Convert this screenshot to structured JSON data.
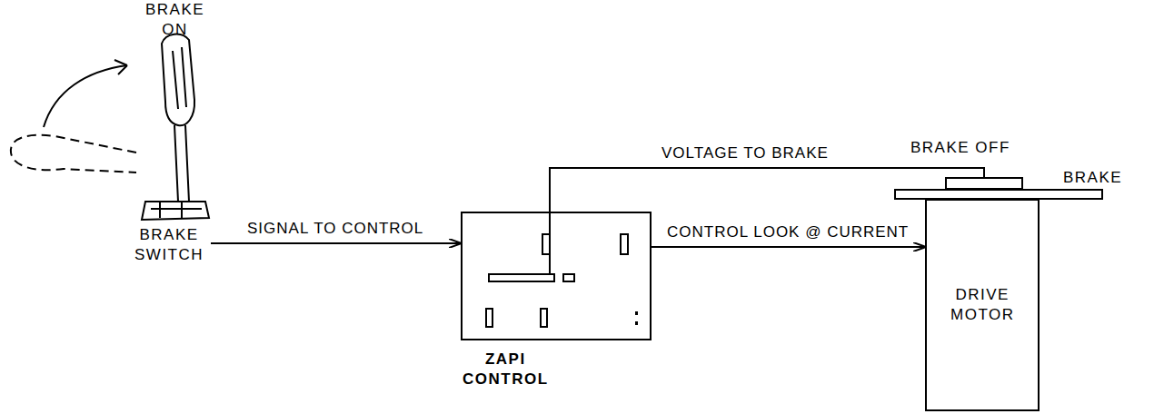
{
  "diagram": {
    "nodes": [
      {
        "text": [
          "BRAKE ON",
          "BRAKE SWITCH"
        ]
      },
      {
        "text": [
          "ZAPI CONTROL"
        ]
      },
      {
        "text": [
          "DRIVE MOTOR"
        ]
      },
      {
        "text": [
          "BRAKE OFF",
          "BRAKE"
        ]
      }
    ],
    "edges": [
      {
        "from": 0,
        "to": 1,
        "arrow": "to",
        "label": "SIGNAL TO CONTROL"
      },
      {
        "from": 1,
        "to": 2,
        "arrow": "to",
        "label": "CONTROL LOOK @ CURRENT"
      },
      {
        "from": 1,
        "to": 3,
        "arrow": "none",
        "label": "VOLTAGE TO BRAKE"
      }
    ]
  }
}
